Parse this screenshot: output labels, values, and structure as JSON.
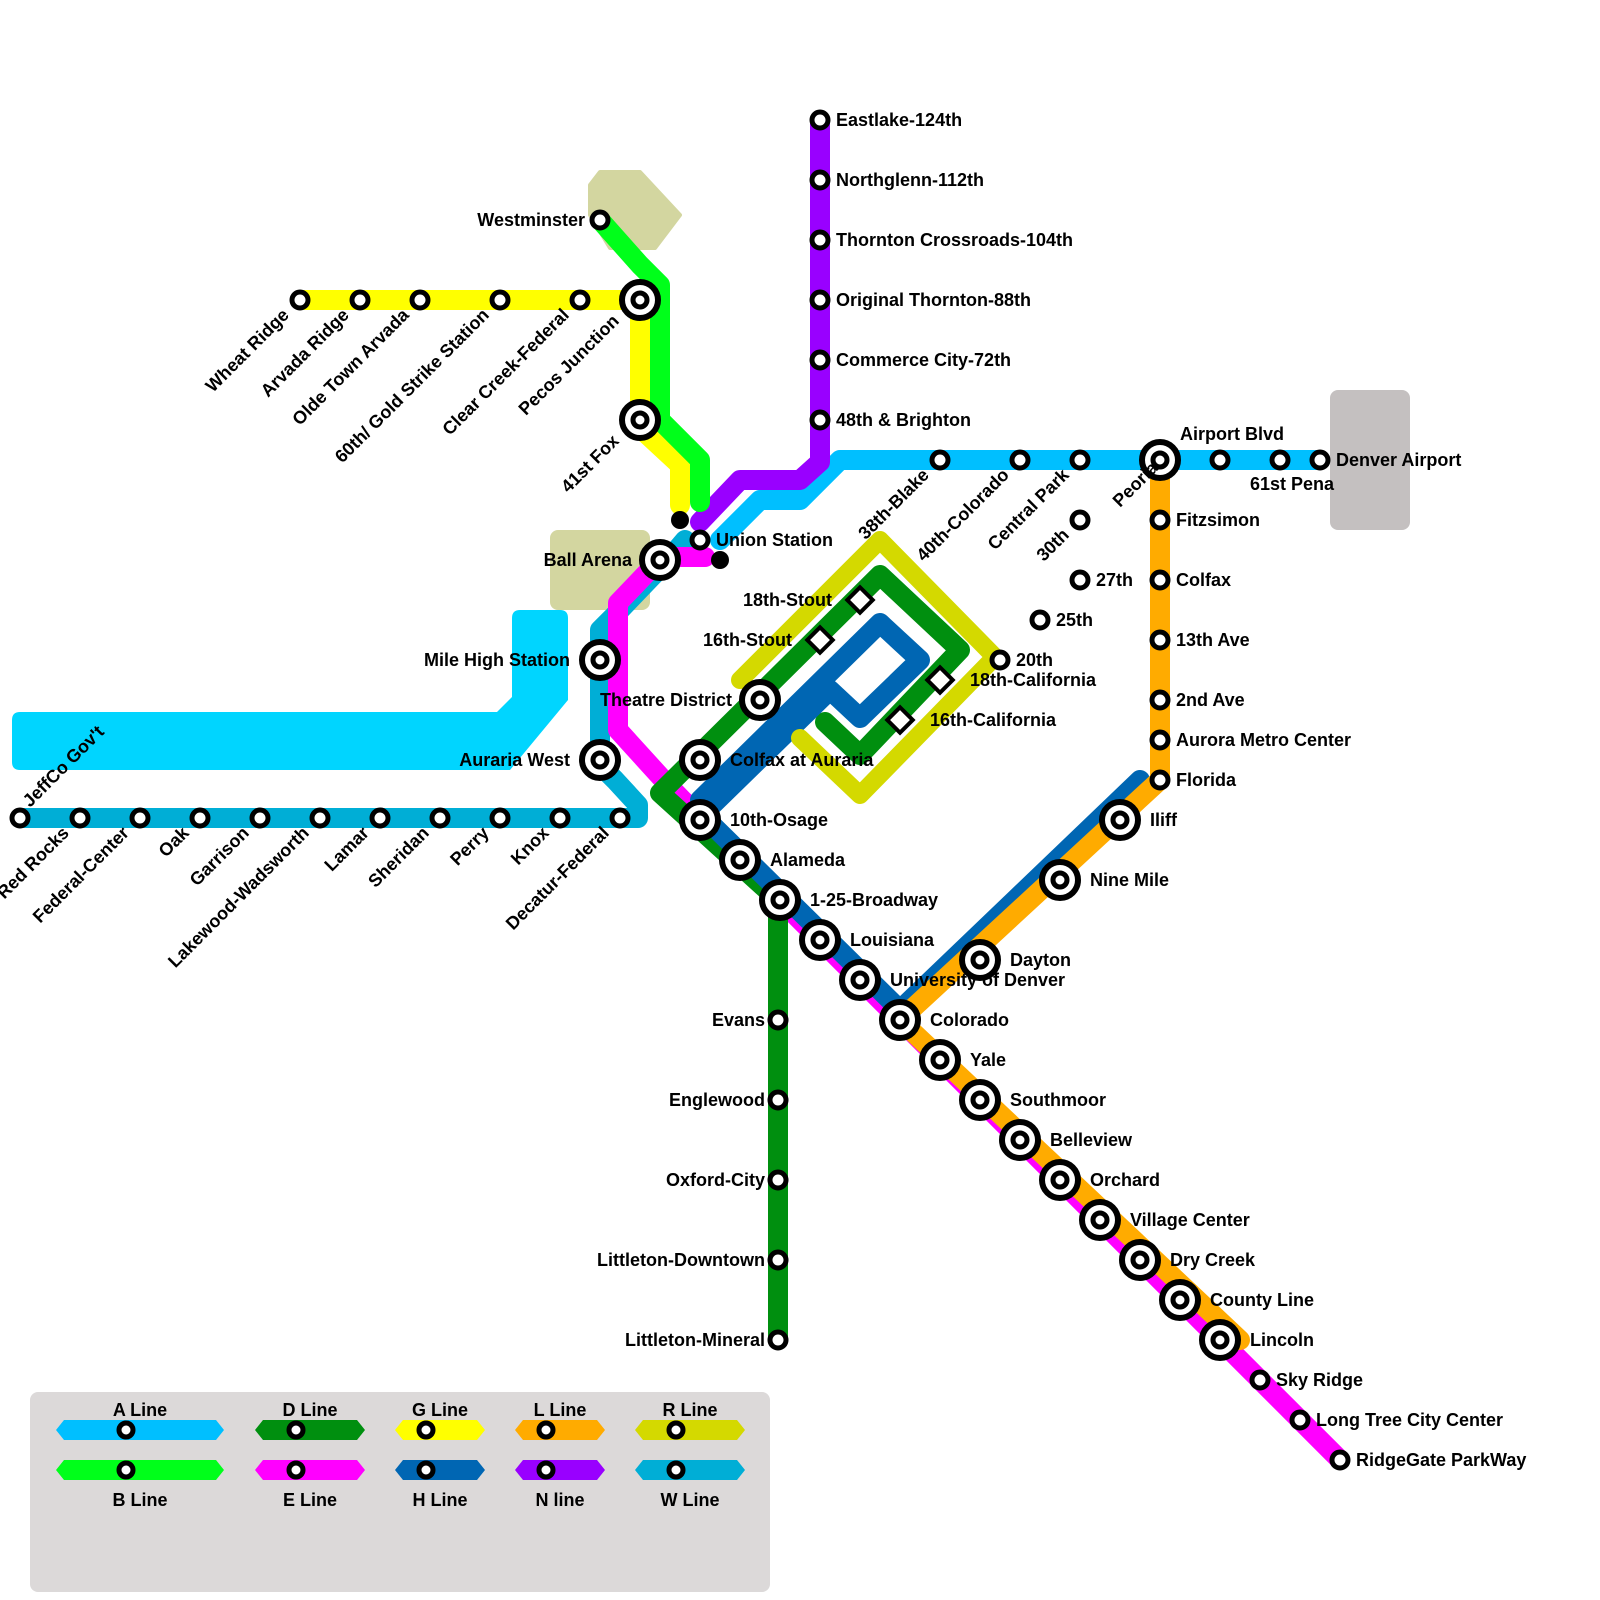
{
  "colors": {
    "A": "#00bfff",
    "B": "#00ff1a",
    "D": "#008f0f",
    "E": "#ff00ff",
    "G": "#ffff00",
    "H": "#0066b3",
    "L": "#ffab00",
    "N": "#9900ff",
    "R": "#d4d900",
    "W": "#00aed6",
    "landmark_tan": "#d3d6a0",
    "landmark_cyan": "#00d5ff",
    "airport_gray": "#c4c0c0",
    "legend_bg": "#dcd9d9"
  },
  "landmarks": [
    {
      "id": "westminster-area",
      "label": ""
    },
    {
      "id": "ball-arena-area",
      "label": ""
    },
    {
      "id": "mile-high-area",
      "label": ""
    },
    {
      "id": "airport-area",
      "label": ""
    }
  ],
  "stations": {
    "eastlake": "Eastlake-124th",
    "northglenn": "Northglenn-112th",
    "thornton_crossroads": "Thornton Crossroads-104th",
    "original_thornton": "Original Thornton-88th",
    "commerce_city": "Commerce City-72th",
    "brighton48": "48th & Brighton",
    "westminster": "Westminster",
    "wheat_ridge": "Wheat Ridge",
    "arvada_ridge": "Arvada Ridge",
    "olde_town": "Olde Town Arvada",
    "gold_strike": "60th/ Gold Strike Station",
    "clear_creek": "Clear Creek-Federal",
    "pecos": "Pecos Junction",
    "fox41": "41st Fox",
    "union": "Union Station",
    "ball_arena": "Ball Arena",
    "mile_high": "Mile High Station",
    "theatre": "Theatre District",
    "auraria_west": "Auraria West",
    "colfax_auraria": "Colfax at Auraria",
    "osage": "10th-Osage",
    "alameda": "Alameda",
    "broadway": "1-25-Broadway",
    "louisiana": "Louisiana",
    "du": "University of Denver",
    "colorado": "Colorado",
    "yale": "Yale",
    "southmoor": "Southmoor",
    "belleview": "Belleview",
    "orchard": "Orchard",
    "village_center": "Village Center",
    "dry_creek": "Dry Creek",
    "county_line": "County Line",
    "lincoln": "Lincoln",
    "sky_ridge": "Sky Ridge",
    "lone_tree": "Long Tree City Center",
    "ridgegate": "RidgeGate ParkWay",
    "evans": "Evans",
    "englewood": "Englewood",
    "oxford": "Oxford-City",
    "littleton_dt": "Littleton-Downtown",
    "littleton_min": "Littleton-Mineral",
    "jeffco": "JeffCo Gov't",
    "red_rocks": "Red Rocks",
    "federal_center": "Federal-Center",
    "oak": "Oak",
    "garrison": "Garrison",
    "lakewood": "Lakewood-Wadsworth",
    "lamar": "Lamar",
    "sheridan": "Sheridan",
    "perry": "Perry",
    "knox": "Knox",
    "decatur": "Decatur-Federal",
    "blake38": "38th-Blake",
    "colorado40": "40th-Colorado",
    "central_park": "Central Park",
    "peoria": "Peoria",
    "airport_blvd": "Airport Blvd",
    "pena61": "61st Pena",
    "denver_airport": "Denver Airport",
    "th30": "30th",
    "th27": "27th",
    "th25": "25th",
    "th20": "20th",
    "stout18": "18th-Stout",
    "stout16": "16th-Stout",
    "california18": "18th-California",
    "california16": "16th-California",
    "fitzsimon": "Fitzsimon",
    "colfax": "Colfax",
    "ave13": "13th Ave",
    "ave2": "2nd Ave",
    "aurora_metro": "Aurora Metro Center",
    "florida": "Florida",
    "iliff": "Iliff",
    "nine_mile": "Nine Mile",
    "dayton": "Dayton"
  },
  "legend": {
    "items": [
      {
        "key": "A",
        "label": "A Line"
      },
      {
        "key": "B",
        "label": "B Line"
      },
      {
        "key": "D",
        "label": "D Line"
      },
      {
        "key": "E",
        "label": "E Line"
      },
      {
        "key": "G",
        "label": "G Line"
      },
      {
        "key": "H",
        "label": "H Line"
      },
      {
        "key": "L",
        "label": "L Line"
      },
      {
        "key": "N",
        "label": "N line"
      },
      {
        "key": "R",
        "label": "R Line"
      },
      {
        "key": "W",
        "label": "W Line"
      }
    ]
  }
}
